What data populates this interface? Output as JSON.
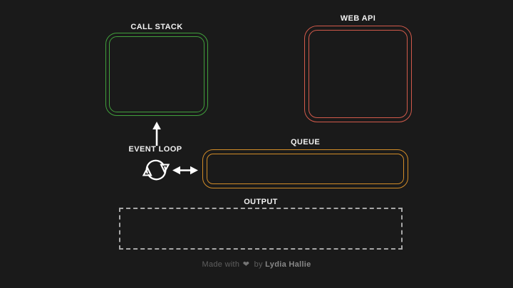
{
  "labels": {
    "call_stack": "CALL STACK",
    "web_api": "WEB API",
    "event_loop": "EVENT LOOP",
    "queue": "QUEUE",
    "output": "OUTPUT"
  },
  "footer": {
    "made_with": "Made with",
    "heart": "❤",
    "by": "by",
    "author": "Lydia Hallie"
  },
  "icons": {
    "event_loop": "sync-icon",
    "to_call_stack": "arrow-up-icon",
    "to_queue": "arrow-left-right-icon",
    "footer": "heart-icon"
  },
  "colors": {
    "bg": "#1a1a1a",
    "call-stack": "#41a03c",
    "web-api": "#d25a4b",
    "queue": "#d28c28",
    "output-border": "#a8a8a8",
    "label": "#f2f2f2",
    "arrow": "#ffffff",
    "footer-text": "#5f5f5f",
    "footer-heart": "#747474",
    "footer-author": "#878787"
  }
}
